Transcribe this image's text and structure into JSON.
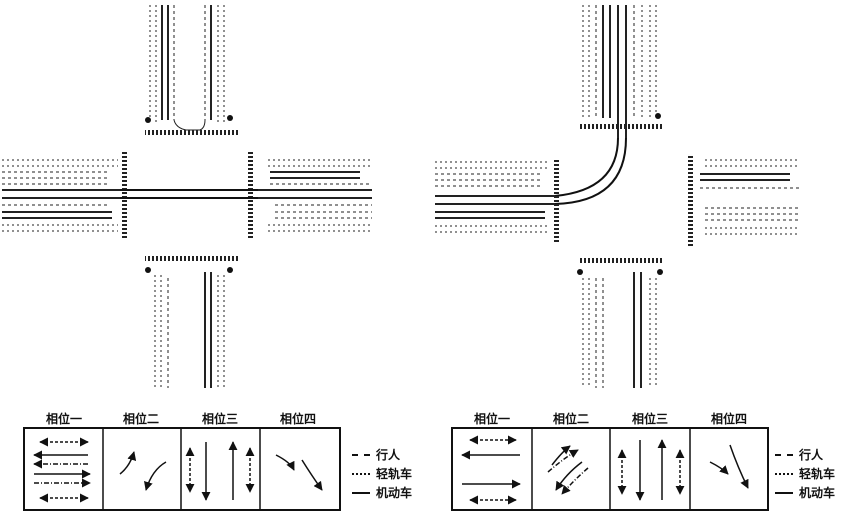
{
  "left_diagram": {
    "phases": [
      {
        "label": "相位一"
      },
      {
        "label": "相位二"
      },
      {
        "label": "相位三"
      },
      {
        "label": "相位四"
      }
    ]
  },
  "right_diagram": {
    "phases": [
      {
        "label": "相位一"
      },
      {
        "label": "相位二"
      },
      {
        "label": "相位三"
      },
      {
        "label": "相位四"
      }
    ]
  },
  "legend": {
    "pedestrian": "行人",
    "light_rail": "轻轨车",
    "motor_vehicle": "机动车"
  },
  "colors": {
    "ink": "#111111",
    "hatch": "#333333",
    "background": "#ffffff"
  }
}
